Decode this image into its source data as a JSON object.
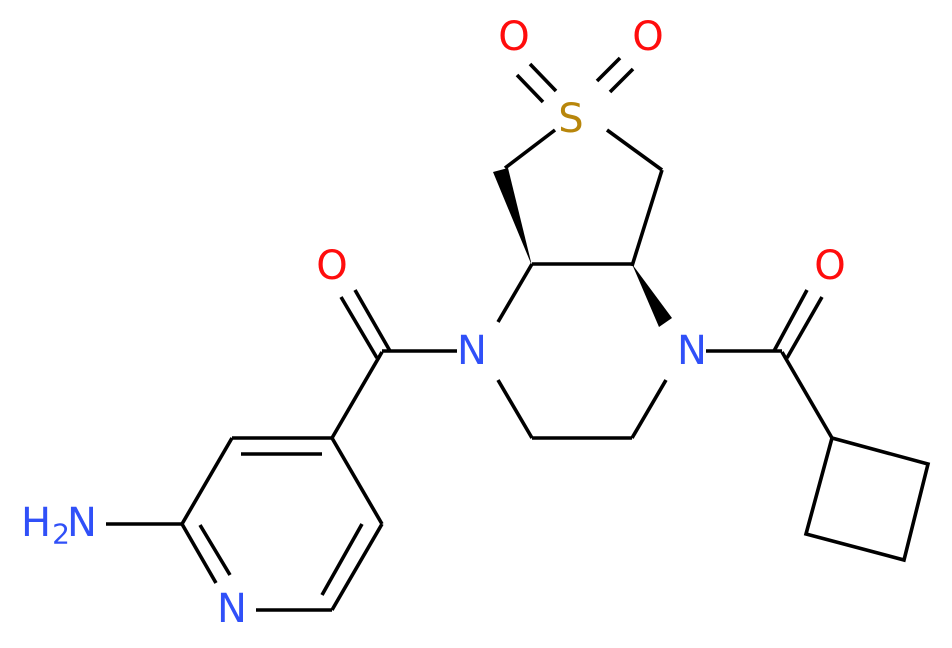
{
  "diagram": {
    "type": "chemical-structure",
    "colors": {
      "bond": "#000000",
      "nitrogen": "#3050F8",
      "oxygen": "#FF0D0D",
      "sulfur": "#B8860B",
      "background": "#FFFFFF"
    },
    "atoms": {
      "sulfur": {
        "label": "S"
      },
      "sulfonyl_o1": {
        "label": "O"
      },
      "sulfonyl_o2": {
        "label": "O"
      },
      "amide_o_left": {
        "label": "O"
      },
      "amide_o_right": {
        "label": "O"
      },
      "ring_n1": {
        "label": "N"
      },
      "ring_n4": {
        "label": "N"
      },
      "pyridine_n": {
        "label": "N"
      },
      "amine": {
        "label_h": "H",
        "label_sub": "2",
        "label_n": "N"
      }
    },
    "fragments": [
      "hexahydrothieno[3,4-b]pyrazine 6,6-dioxide core",
      "2-aminopyridin-4-yl carbonyl",
      "cyclobutyl carbonyl"
    ],
    "stereo": {
      "c4a_wedge": "bold wedge to left CH2",
      "c7a_wedge": "bold wedge to N4"
    }
  }
}
